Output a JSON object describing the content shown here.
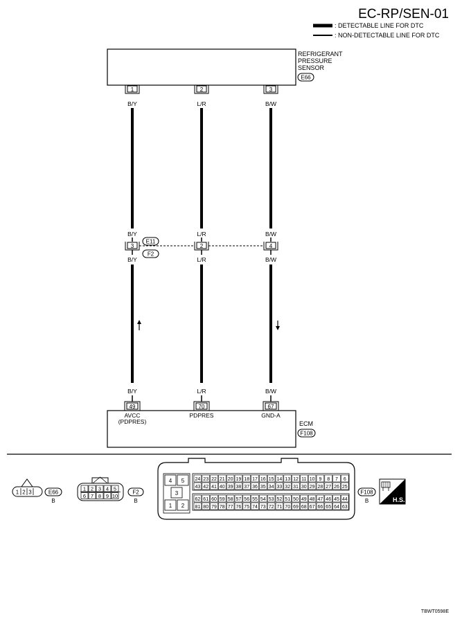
{
  "title": "EC-RP/SEN-01",
  "legend": {
    "detectable": ": DETECTABLE LINE FOR DTC",
    "non_detectable": ": NON-DETECTABLE LINE FOR DTC"
  },
  "sensor": {
    "name_line1": "REFRIGERANT",
    "name_line2": "PRESSURE",
    "name_line3": "SENSOR",
    "connector": "E66",
    "pins": [
      "1",
      "2",
      "3"
    ]
  },
  "wires": [
    {
      "color": "B/Y"
    },
    {
      "color": "L/R"
    },
    {
      "color": "B/W"
    }
  ],
  "joint": {
    "pins": [
      "3",
      "2",
      "4"
    ],
    "connector_top": "E11",
    "connector_bottom": "F2"
  },
  "ecm": {
    "name": "ECM",
    "connector": "F108",
    "pins": [
      "49",
      "70",
      "67"
    ],
    "labels": [
      "AVCC",
      "PDPRES",
      "GND-A"
    ],
    "sublabel": "(PDPRES)"
  },
  "connector_views": {
    "e66": {
      "id": "E66",
      "type": "B",
      "pins": [
        "1",
        "2",
        "3"
      ]
    },
    "f2": {
      "id": "F2",
      "type": "B",
      "top_pins": [
        "1",
        "2",
        "3",
        "4",
        "5"
      ],
      "bottom_pins": [
        "6",
        "7",
        "8",
        "9",
        "10"
      ]
    },
    "f108": {
      "id": "F108",
      "type": "B",
      "left_pins": [
        "4",
        "5",
        "3",
        "1",
        "2"
      ],
      "row1": [
        "24",
        "23",
        "22",
        "21",
        "20",
        "19",
        "18",
        "17",
        "16",
        "15",
        "14",
        "13",
        "12",
        "11",
        "10",
        "9",
        "8",
        "7",
        "6"
      ],
      "row2": [
        "43",
        "42",
        "41",
        "40",
        "39",
        "38",
        "37",
        "36",
        "35",
        "34",
        "33",
        "32",
        "31",
        "30",
        "29",
        "28",
        "27",
        "26",
        "25"
      ],
      "row3": [
        "62",
        "61",
        "60",
        "59",
        "58",
        "57",
        "56",
        "55",
        "54",
        "53",
        "52",
        "51",
        "50",
        "49",
        "48",
        "47",
        "46",
        "45",
        "44"
      ],
      "row4": [
        "81",
        "80",
        "79",
        "78",
        "77",
        "76",
        "75",
        "74",
        "73",
        "72",
        "71",
        "70",
        "69",
        "68",
        "67",
        "66",
        "65",
        "64",
        "63"
      ]
    }
  },
  "hs_badge": "H.S.",
  "figure_code": "TBWT0598E"
}
